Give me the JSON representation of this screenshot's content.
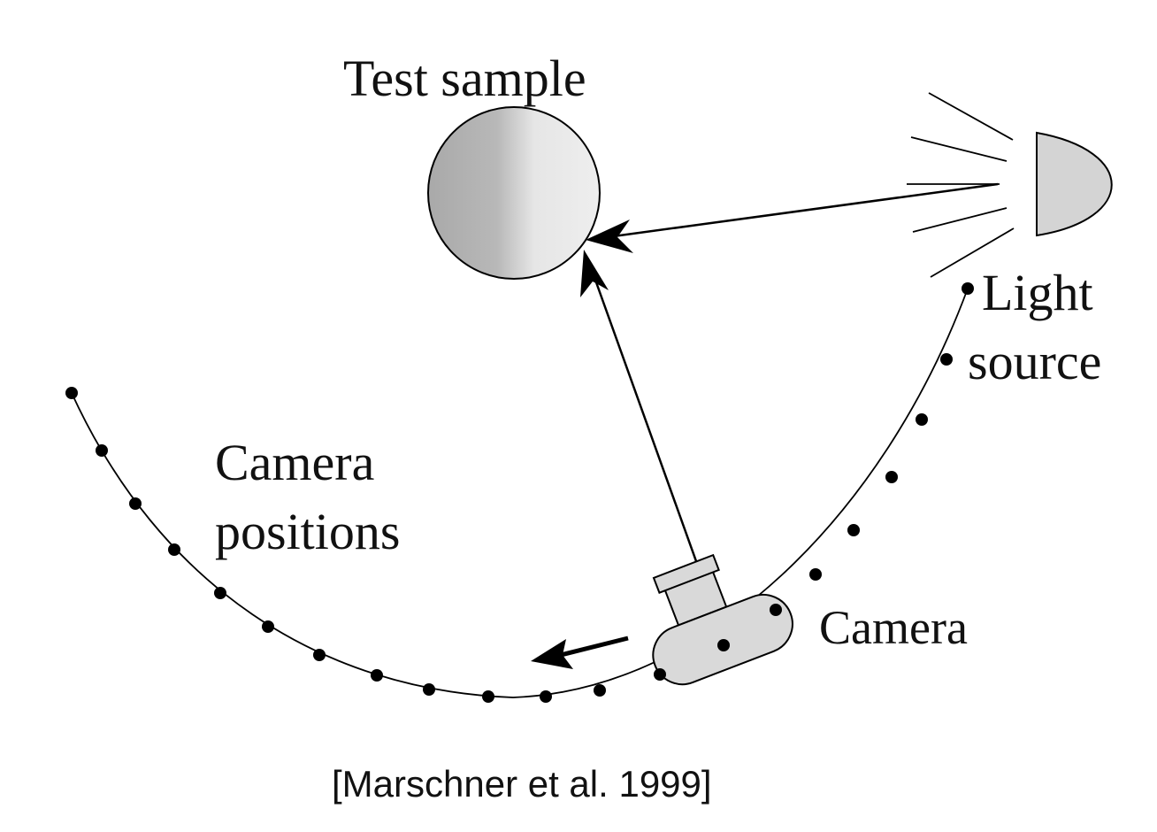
{
  "labels": {
    "test_sample": "Test sample",
    "light_source_line1": "Light",
    "light_source_line2": "source",
    "camera_positions_line1": "Camera",
    "camera_positions_line2": "positions",
    "camera": "Camera"
  },
  "citation": "[Marschner et al. 1999]",
  "colors": {
    "stroke": "#000000",
    "sphere_dark": "#a9a9a9",
    "sphere_light": "#eeeeee",
    "camera_fill": "#d9d9d9",
    "lamp_fill": "#d4d4d4"
  }
}
